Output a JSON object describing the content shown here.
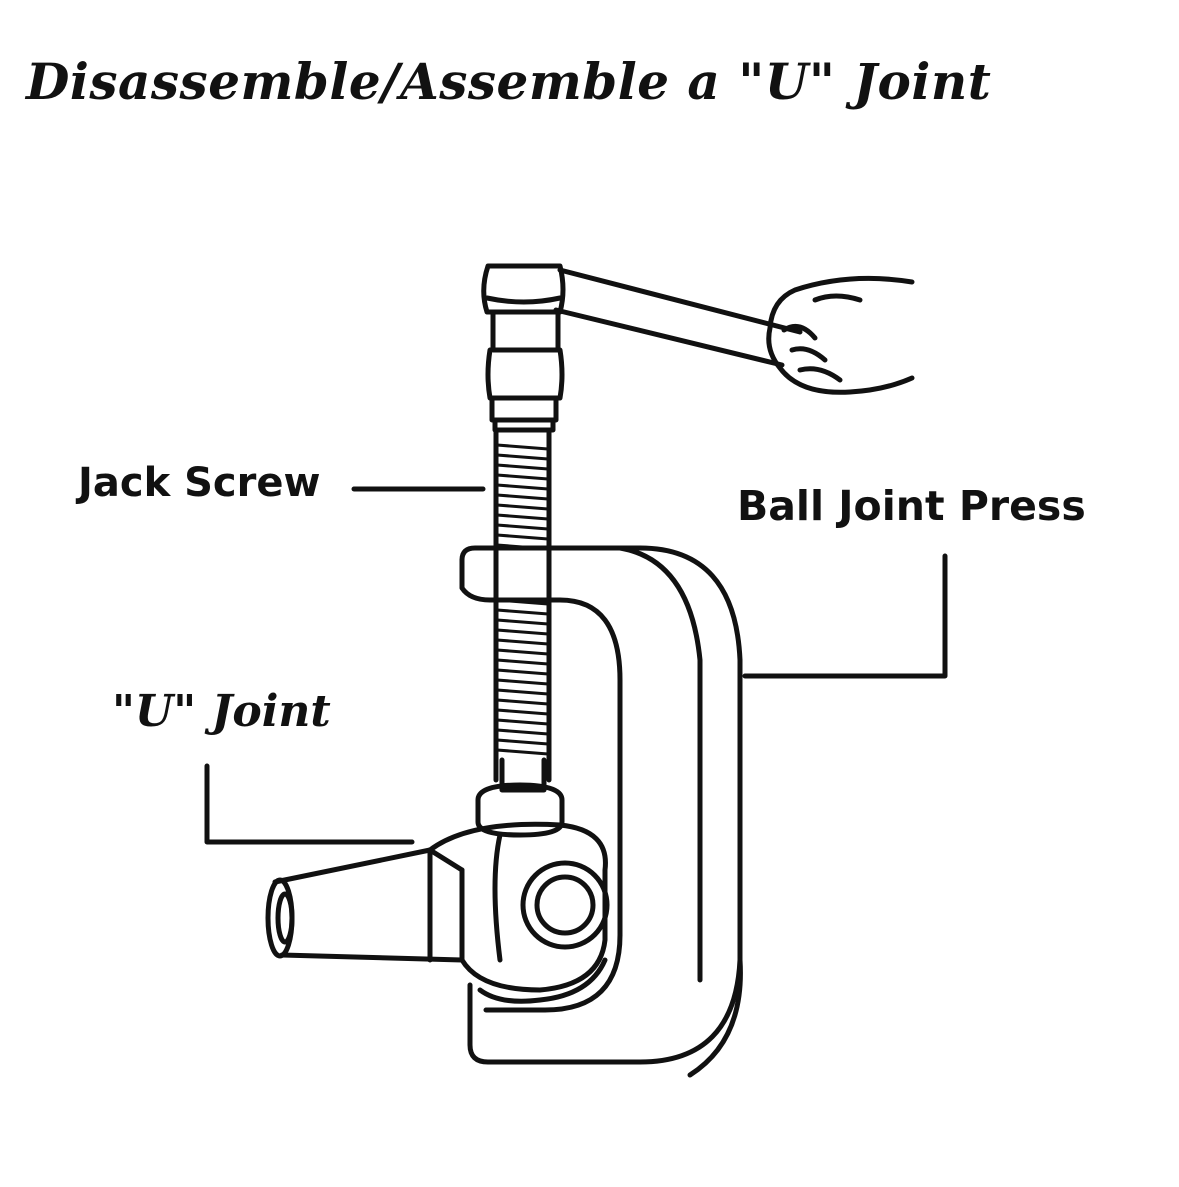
{
  "title": "Disassemble/Assemble a \"U\" Joint",
  "labels": {
    "jack_screw": "Jack Screw",
    "ball_joint_press": "Ball Joint Press",
    "u_joint": "\"U\" Joint"
  },
  "colors": {
    "ink": "#111111",
    "paper": "#ffffff"
  }
}
